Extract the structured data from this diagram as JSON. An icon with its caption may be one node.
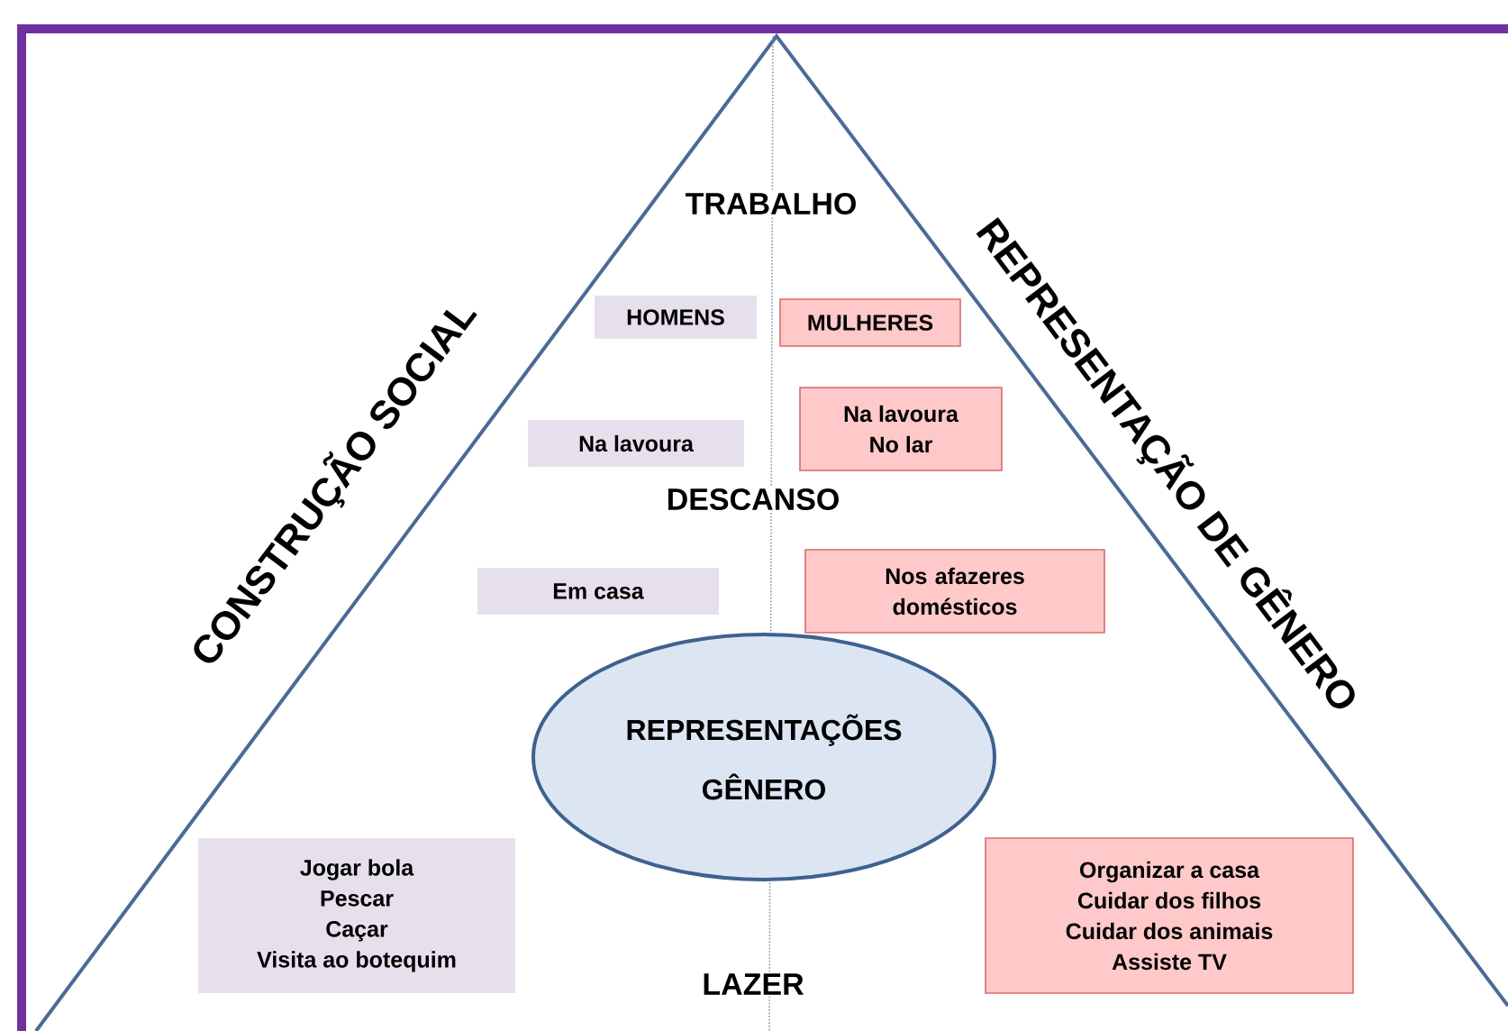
{
  "diagram": {
    "nodes": [
      {
        "text": [
          "HOMENS"
        ]
      },
      {
        "text": [
          "MULHERES"
        ]
      },
      {
        "text": [
          "Na lavoura"
        ]
      },
      {
        "text": [
          "Na lavoura",
          "No lar"
        ]
      },
      {
        "text": [
          "Em casa"
        ]
      },
      {
        "text": [
          "Nos afazeres domésticos"
        ]
      },
      {
        "text": [
          "REPRESENTAÇÕES",
          "GÊNERO"
        ]
      },
      {
        "text": [
          "Jogar bola",
          "Pescar",
          "Caçar",
          "Visita ao botequim"
        ]
      },
      {
        "text": [
          "Organizar a casa",
          "Cuidar dos filhos",
          "Cuidar dos animais",
          "Assiste TV"
        ]
      }
    ],
    "edges": [],
    "labels": [
      "CONSTRUÇÃO SOCIAL",
      "TRABALHO",
      "REPRESENTAÇÃO DE GÊNERO",
      "DESCANSO",
      "LAZER"
    ]
  }
}
